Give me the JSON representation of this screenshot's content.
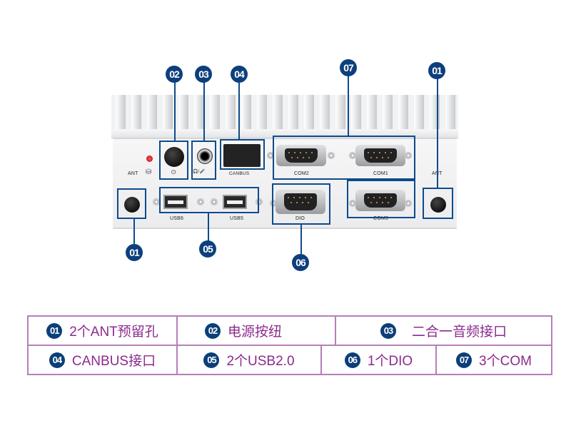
{
  "device": {
    "port_labels": {
      "ant_left": "ANT",
      "ant_right": "ANT",
      "power_symbol": "⏻",
      "hdd_symbol": "⛁",
      "audio_symbol": "🎧/🎤",
      "canbus": "CANBUS",
      "com2": "COM2",
      "com1": "COM1",
      "com3": "COM3",
      "usb6": "USB6",
      "usb5": "USB5",
      "dio": "DIO"
    },
    "callouts": {
      "ant_top": "01",
      "power": "02",
      "audio": "03",
      "canbus": "04",
      "com": "07",
      "ant_bottom": "01",
      "usb": "05",
      "dio": "06"
    }
  },
  "legend": {
    "items": [
      {
        "num": "01",
        "text": "2个ANT预留孔"
      },
      {
        "num": "02",
        "text": "电源按纽"
      },
      {
        "num": "03",
        "text": "二合一音频接口"
      },
      {
        "num": "04",
        "text": "CANBUS接口"
      },
      {
        "num": "05",
        "text": "2个USB2.0"
      },
      {
        "num": "06",
        "text": "1个DIO"
      },
      {
        "num": "07",
        "text": "3个COM"
      }
    ]
  },
  "colors": {
    "callout": "#0d4b8c",
    "legend_border": "#b57fb8",
    "legend_text": "#8c2a8e",
    "badge": "#0b3f78"
  }
}
